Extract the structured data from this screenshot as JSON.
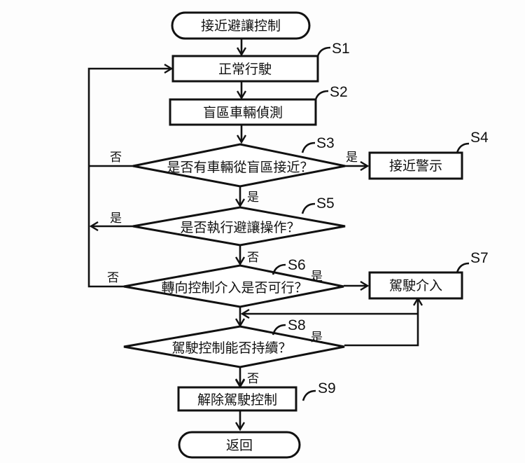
{
  "title": "接近避讓控制",
  "nodes": {
    "start": {
      "text": "接近避讓控制"
    },
    "s1": {
      "step": "S1",
      "text": "正常行駛"
    },
    "s2": {
      "step": "S2",
      "text": "盲區車輛偵測"
    },
    "s3": {
      "step": "S3",
      "text": "是否有車輛從盲區接近？"
    },
    "s4": {
      "step": "S4",
      "text": "接近警示"
    },
    "s5": {
      "step": "S5",
      "text": "是否執行避讓操作？"
    },
    "s6": {
      "step": "S6",
      "text": "轉向控制介入是否可行？"
    },
    "s7": {
      "step": "S7",
      "text": "駕駛介入"
    },
    "s8": {
      "step": "S8",
      "text": "駕駛控制能否持續？"
    },
    "s9": {
      "step": "S9",
      "text": "解除駕駛控制"
    },
    "end": {
      "text": "返回"
    }
  },
  "edges": {
    "s3_no": "否",
    "s3_yes_right": "是",
    "s3_yes_down": "是",
    "s5_yes": "是",
    "s5_no": "否",
    "s6_no": "否",
    "s6_yes": "是",
    "s8_yes": "是",
    "s8_no": "否"
  }
}
